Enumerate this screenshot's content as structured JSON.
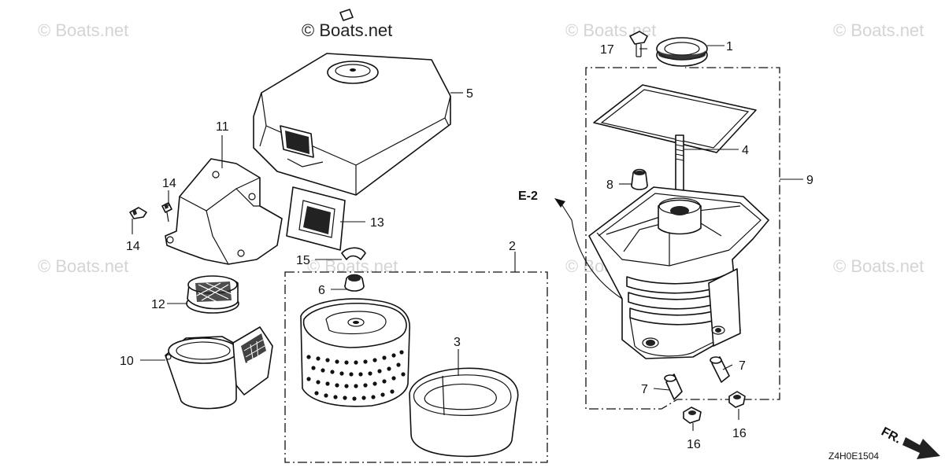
{
  "watermarks": [
    "© Boats.net",
    "© Boats.net",
    "© Boats.net",
    "© Boats.net",
    "© Boats.net",
    "© Boats.net",
    "© Boats.net",
    "© Boats.net"
  ],
  "top_watermark": "© Boats.net",
  "labels": {
    "p1": "1",
    "p2": "2",
    "p3": "3",
    "p4": "4",
    "p5": "5",
    "p6": "6",
    "p7a": "7",
    "p7b": "7",
    "p8": "8",
    "p9": "9",
    "p10": "10",
    "p11": "11",
    "p12": "12",
    "p13": "13",
    "p14a": "14",
    "p14b": "14",
    "p15": "15",
    "p16a": "16",
    "p16b": "16",
    "p17": "17"
  },
  "reference": "E-2",
  "direction_label": "FR.",
  "diagram_code": "Z4H0E1504"
}
